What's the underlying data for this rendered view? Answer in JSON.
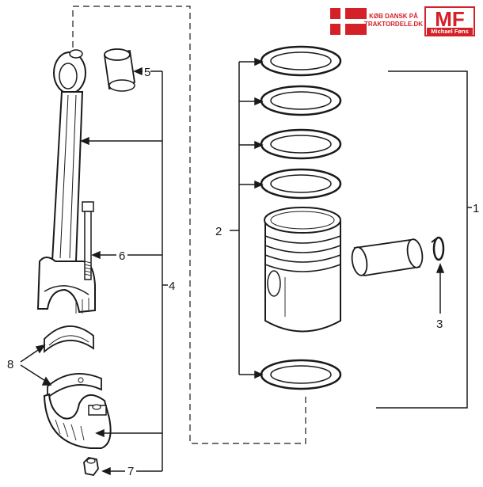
{
  "header": {
    "flag_caption_line1": "KØB DANSK PÅ",
    "flag_caption_line2": "TRAKTORDELE.DK",
    "logo_letters": "MF",
    "logo_subtitle": "Michael Føns"
  },
  "callouts": {
    "c1": "1",
    "c2": "2",
    "c3": "3",
    "c4": "4",
    "c5": "5",
    "c6": "6",
    "c7": "7",
    "c8": "8"
  },
  "colors": {
    "ink": "#1a1a1a",
    "brand_red": "#d42027",
    "paper": "#ffffff"
  }
}
